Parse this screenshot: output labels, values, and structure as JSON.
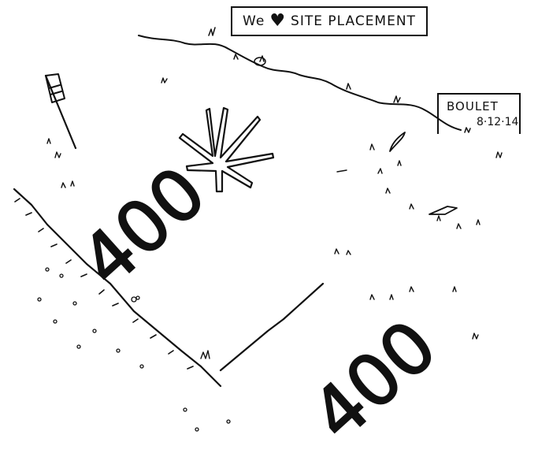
{
  "title": {
    "prefix": "We",
    "heart_icon": "heart-icon",
    "suffix": "SITE PLACEMENT"
  },
  "signature": {
    "name": "BOULET",
    "date": "8·12·14"
  },
  "ground_text": {
    "left_group": "400",
    "right_group": "400"
  },
  "colors": {
    "ink": "#111111",
    "paper": "#ffffff"
  }
}
